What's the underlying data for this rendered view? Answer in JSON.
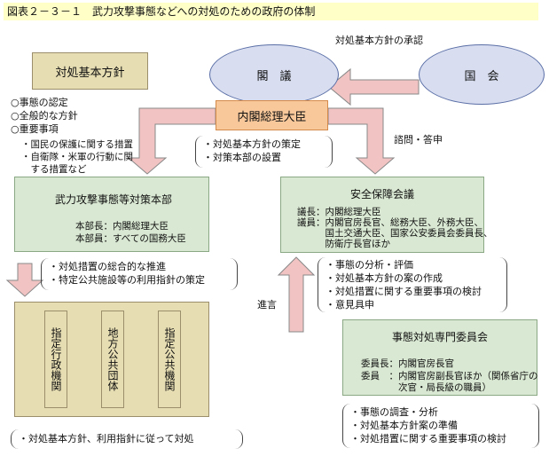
{
  "title": "図表２－３－１　武力攻撃事態などへの対処のための政府の体制",
  "cabinet_meeting": "閣　議",
  "diet": "国　会",
  "pm": "内閣総理大臣",
  "approval_label": "対処基本方針の承認",
  "consult_label": "諮問・答申",
  "advice_label": "進言",
  "basic_policy_box": "対処基本方針",
  "policy_items": [
    "○事態の認定",
    "○全般的な方針",
    "○重要事項"
  ],
  "policy_subitems": [
    "・国民の保護に関する措置",
    "・自衛隊・米軍の行動に関",
    "　する措置など"
  ],
  "pm_tasks": [
    "・対処基本方針の策定",
    "・対策本部の設置"
  ],
  "hq": {
    "title": "武力攻撃事態等対策本部",
    "chief": "本部長：内閣総理大臣",
    "members": "本部員：すべての国務大臣"
  },
  "hq_tasks": [
    "・対処措置の総合的な推進",
    "・特定公共施設等の利用指針の策定"
  ],
  "pillars": [
    "指定行政機関",
    "地方公共団体",
    "指定公共機関"
  ],
  "bottom_task": "・対処基本方針、利用指針に従って対処",
  "nsc": {
    "title": "安全保障会議",
    "lines": [
      "議長：内閣総理大臣",
      "議員：内閣官房長官、総務大臣、外務大臣、",
      "　　　国土交通大臣、国家公安委員会委員長、",
      "　　　防衛庁長官ほか"
    ]
  },
  "nsc_tasks": [
    "・事態の分析・評価",
    "・対処基本方針の案の作成",
    "・対処措置に関する重要事項の検討",
    "・意見具申"
  ],
  "committee": {
    "title": "事態対処専門委員会",
    "chair": "委員長：内閣官房長官",
    "members1": "委員　：内閣官房副長官ほか（関係省庁の",
    "members2": "　　　　次官・局長級の職員）"
  },
  "committee_tasks": [
    "・事態の調査・分析",
    "・対処基本方針案の準備",
    "・対処措置に関する重要事項の検討"
  ],
  "colors": {
    "tan": "#e6ddb2",
    "green": "#d9e8d2",
    "orange": "#f8c89a",
    "ellipse": "#d8def0",
    "arrow": "#f2c3c3",
    "title_bg": "#ffffc8"
  }
}
